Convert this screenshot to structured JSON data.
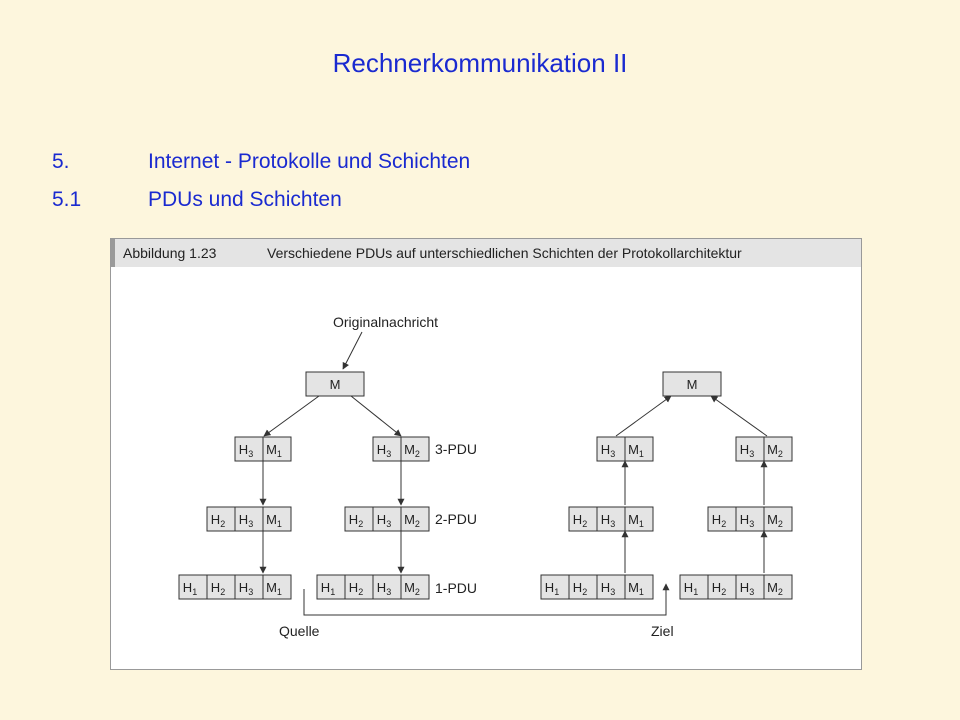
{
  "slide": {
    "title": "Rechnerkommunikation II",
    "outline": [
      {
        "num": "5.",
        "text": "Internet - Protokolle und Schichten"
      },
      {
        "num": "5.1",
        "text": "PDUs und Schichten"
      }
    ]
  },
  "figure": {
    "caption_number": "Abbildung 1.23",
    "caption_text": "Verschiedene PDUs auf unterschiedlichen Schichten der Protokollarchitektur",
    "original_label": "Originalnachricht",
    "message_label": "M",
    "layer_labels": [
      "3-PDU",
      "2-PDU",
      "1-PDU"
    ],
    "source_label": "Quelle",
    "dest_label": "Ziel",
    "pdus": [
      [
        "H3",
        "M1"
      ],
      [
        "H3",
        "M2"
      ],
      [
        "H2",
        "H3",
        "M1"
      ],
      [
        "H2",
        "H3",
        "M2"
      ],
      [
        "H1",
        "H2",
        "H3",
        "M1"
      ],
      [
        "H1",
        "H2",
        "H3",
        "M2"
      ]
    ]
  }
}
